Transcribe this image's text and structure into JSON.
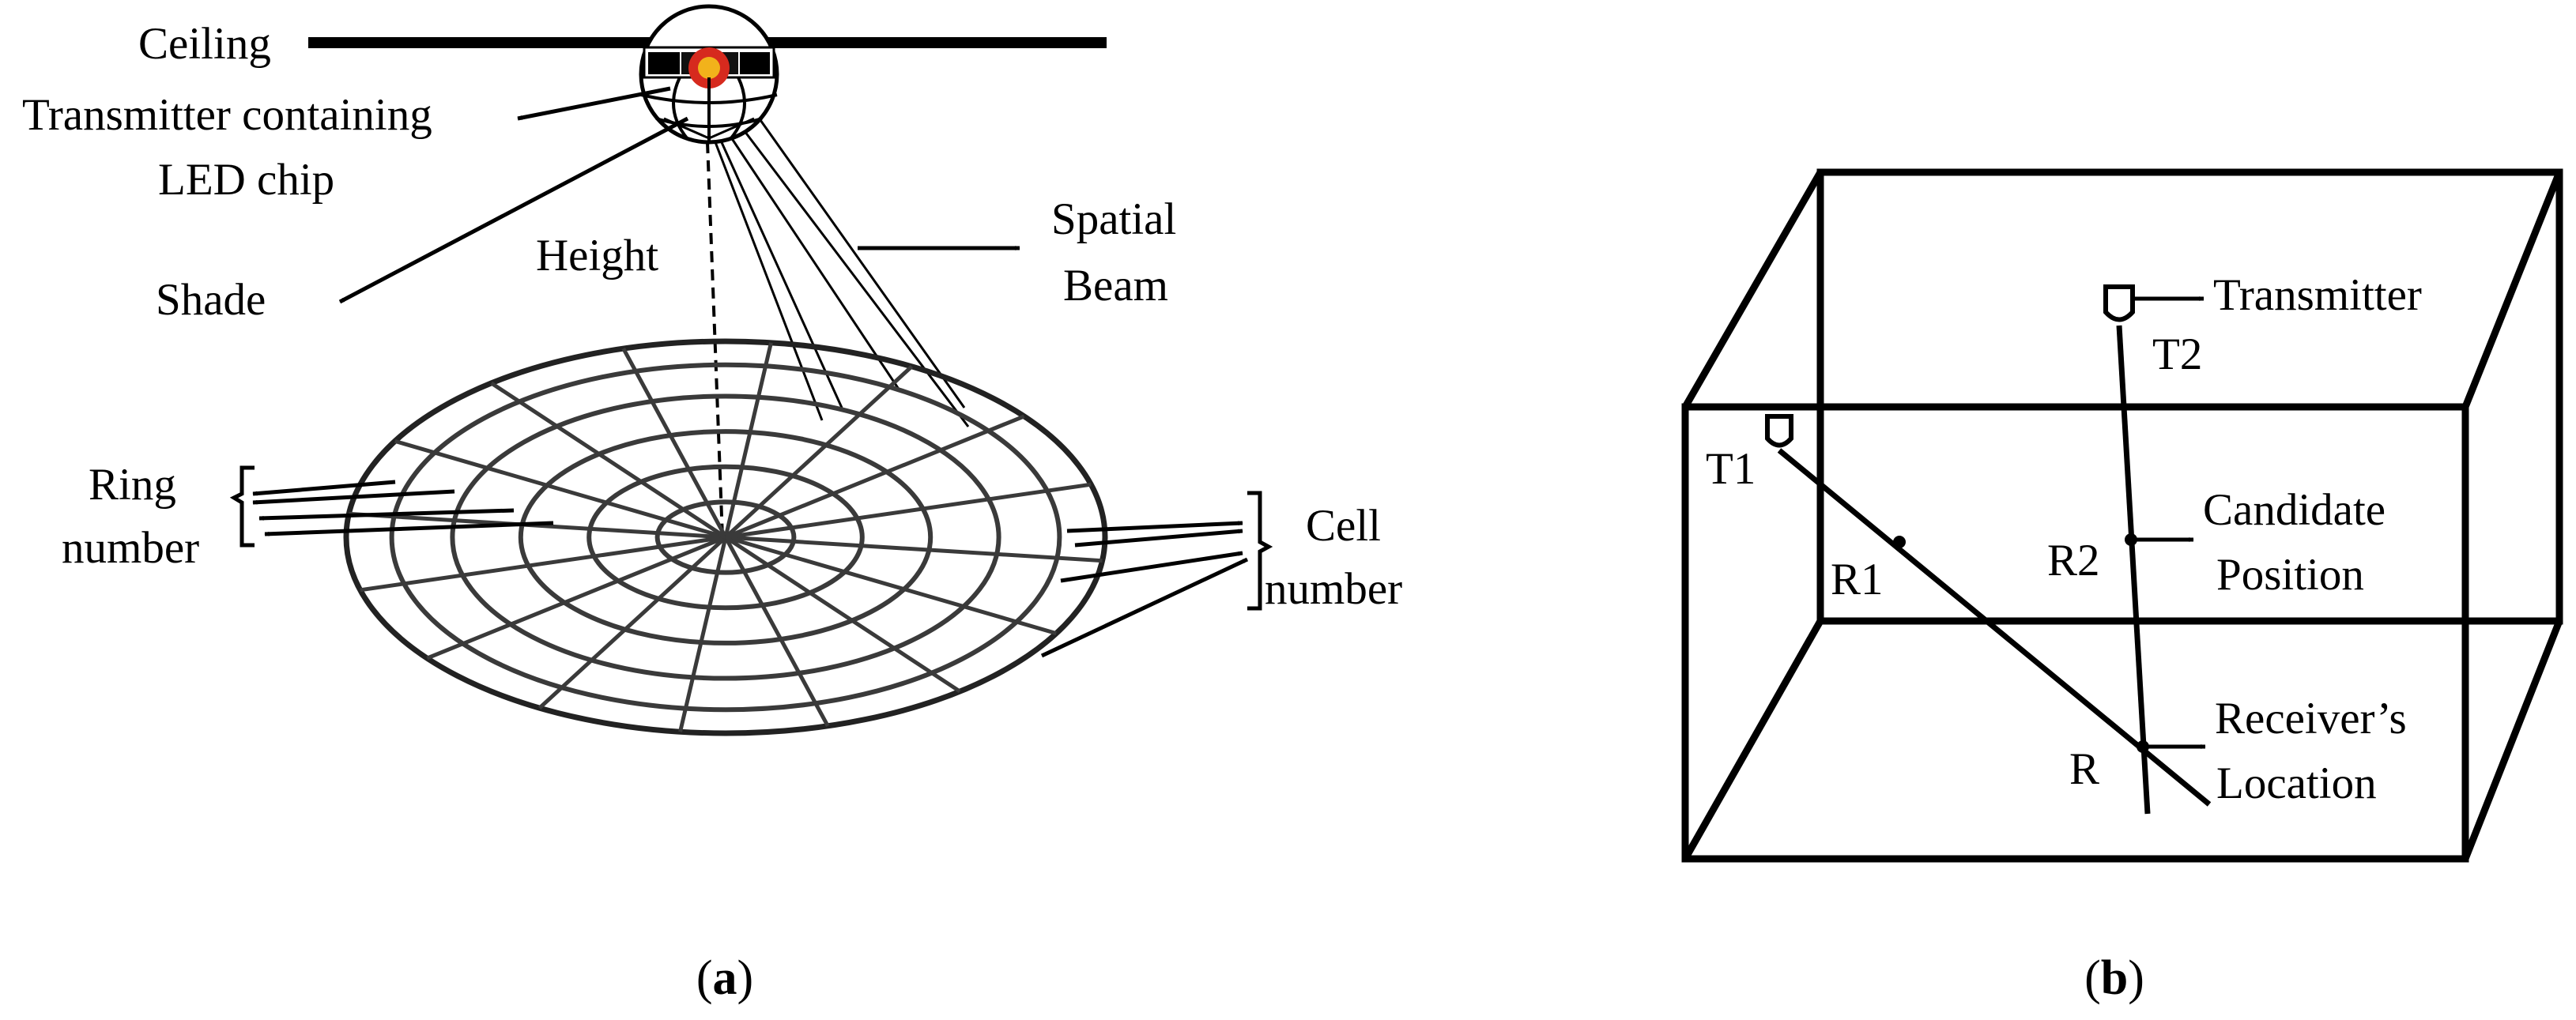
{
  "panel_a": {
    "ceiling": "Ceiling",
    "transmitter_line1": "Transmitter containing",
    "transmitter_line2": "LED chip",
    "shade": "Shade",
    "height": "Height",
    "spatial_beam_line1": "Spatial",
    "spatial_beam_line2": "Beam",
    "ring_number_line1": "Ring",
    "ring_number_line2": "number",
    "cell_number_line1": "Cell",
    "cell_number_line2": "number",
    "caption_open": "(",
    "caption_letter": "a",
    "caption_close": ")"
  },
  "panel_b": {
    "transmitter": "Transmitter",
    "t1": "T1",
    "t2": "T2",
    "candidate_line1": "Candidate",
    "candidate_line2": "Position",
    "r1": "R1",
    "r2": "R2",
    "r": "R",
    "receiver_line1": "Receiver’s",
    "receiver_line2": "Location",
    "caption_open": "(",
    "caption_letter": "b",
    "caption_close": ")"
  },
  "colors": {
    "ink": "#000000",
    "grid": "#3a3a3a",
    "led_red": "#d62a1e",
    "led_yellow": "#f2b21b"
  }
}
